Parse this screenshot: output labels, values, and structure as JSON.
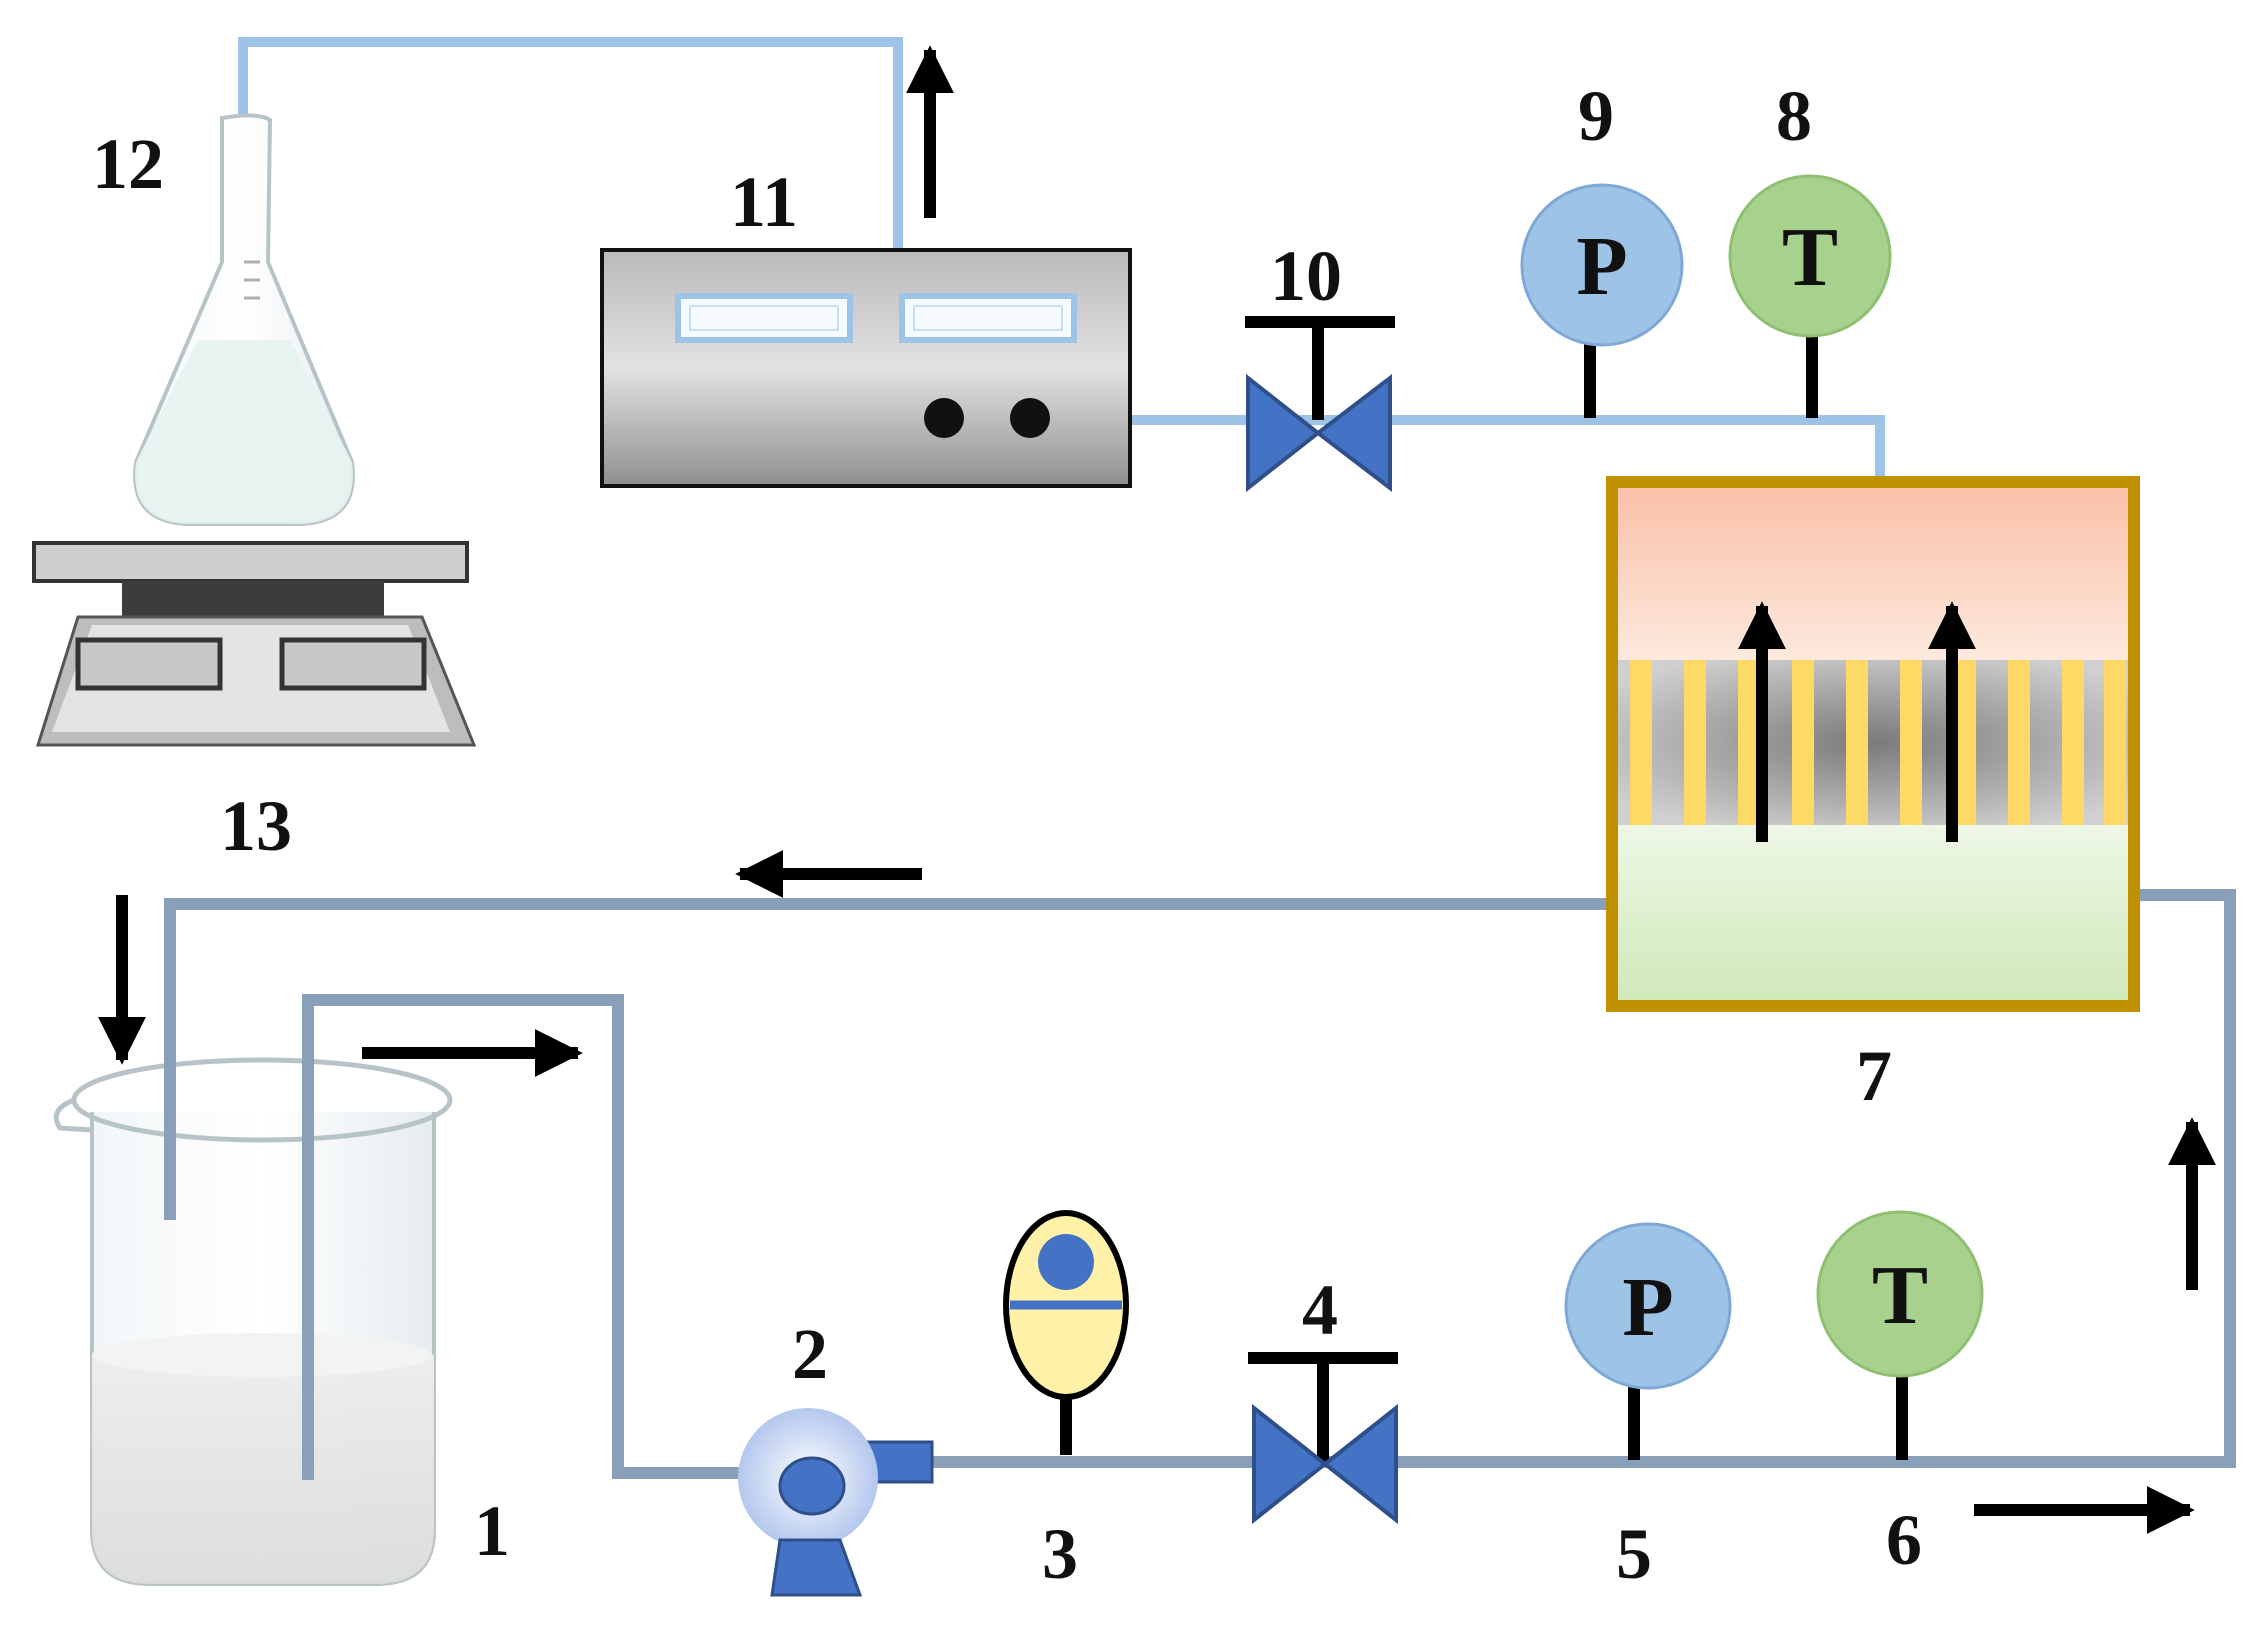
{
  "labels": {
    "beaker": "1",
    "pump": "2",
    "flowmeter": "3",
    "valve_feed": "4",
    "pressure_feed": "5",
    "temperature_feed": "6",
    "membrane_module": "7",
    "temperature_perm": "8",
    "pressure_perm": "9",
    "valve_perm": "10",
    "vacuum_pump": "11",
    "flask": "12",
    "balance": "13"
  },
  "gauges": {
    "pressure_symbol": "P",
    "temperature_symbol": "T"
  },
  "colors": {
    "feed_pipe": "#8aa0b8",
    "permeate_pipe": "#9dc3e6",
    "module_frame": "#bf9000",
    "pressure_gauge": "#9dc3e6",
    "temperature_gauge": "#a9d18e",
    "valve": "#4472c4",
    "membrane_fiber": "#ffd966"
  }
}
